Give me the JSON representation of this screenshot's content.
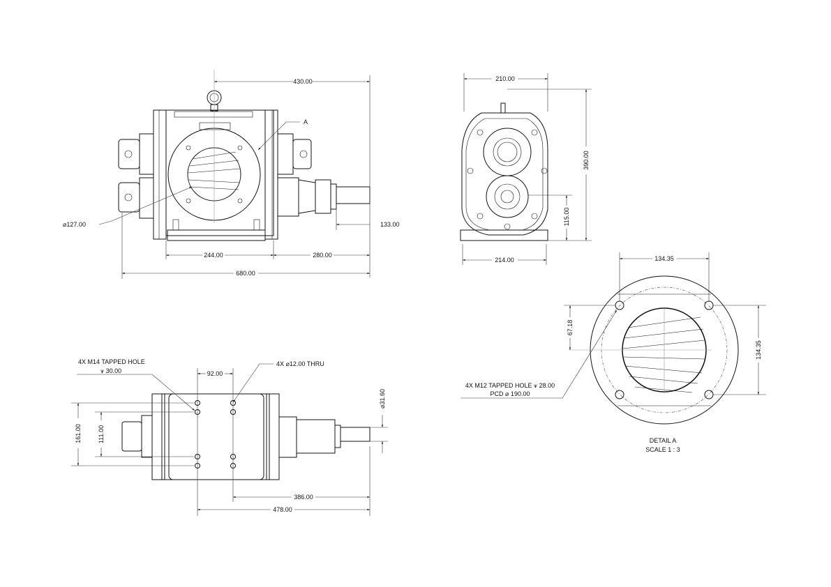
{
  "front_view": {
    "dim_width_top": "430.00",
    "detail_callout": "A",
    "dim_port_diameter": "⌀127.00",
    "dim_shaft_offset": "133.00",
    "dim_left_span": "244.00",
    "dim_right_span": "280.00",
    "dim_overall_length": "680.00"
  },
  "side_view": {
    "dim_top_width": "210.00",
    "dim_height": "390.00",
    "dim_shaft_height": "115.00",
    "dim_base_width": "214.00"
  },
  "bottom_view": {
    "tapped_hole_note": "4X M14 TAPPED HOLE",
    "tapped_hole_depth": "⩛ 30.00",
    "thru_hole_note": "4X ⌀12.00 THRU",
    "dim_hole_pitch": "92.00",
    "dim_outer_span": "161.00",
    "dim_inner_span": "111.00",
    "dim_shaft_diameter": "⌀31.60",
    "dim_to_shaft_end_a": "386.00",
    "dim_to_shaft_end_b": "478.00"
  },
  "detail_a": {
    "dim_hole_horizontal": "134.35",
    "dim_hole_vertical": "134.35",
    "dim_half_pitch": "67.18",
    "hole_note_line1": "4X M12 TAPPED HOLE ⩛ 28.00",
    "hole_note_line2": "PCD ⌀ 190.00",
    "title": "DETAIL A",
    "scale": "SCALE 1 : 3"
  }
}
